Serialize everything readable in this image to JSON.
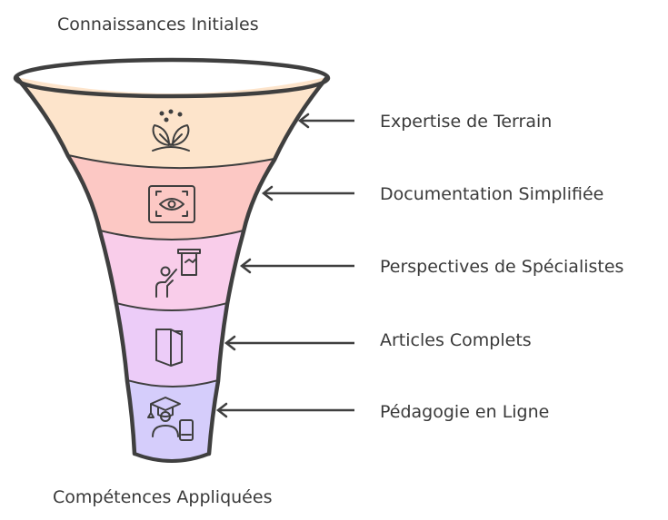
{
  "top_label": "Connaissances Initiales",
  "bottom_label": "Compétences Appliquées",
  "stages": [
    {
      "label": "Expertise de Terrain",
      "icon": "plant-sprout-icon",
      "color": "#fde4cb"
    },
    {
      "label": "Documentation Simplifiée",
      "icon": "eye-scan-icon",
      "color": "#fcc8c4"
    },
    {
      "label": "Perspectives de Spécialistes",
      "icon": "presenter-board-icon",
      "color": "#f9cdea"
    },
    {
      "label": "Articles Complets",
      "icon": "book-icon",
      "color": "#ecccf8"
    },
    {
      "label": "Pédagogie en Ligne",
      "icon": "graduate-phone-icon",
      "color": "#d5cdfb"
    }
  ]
}
